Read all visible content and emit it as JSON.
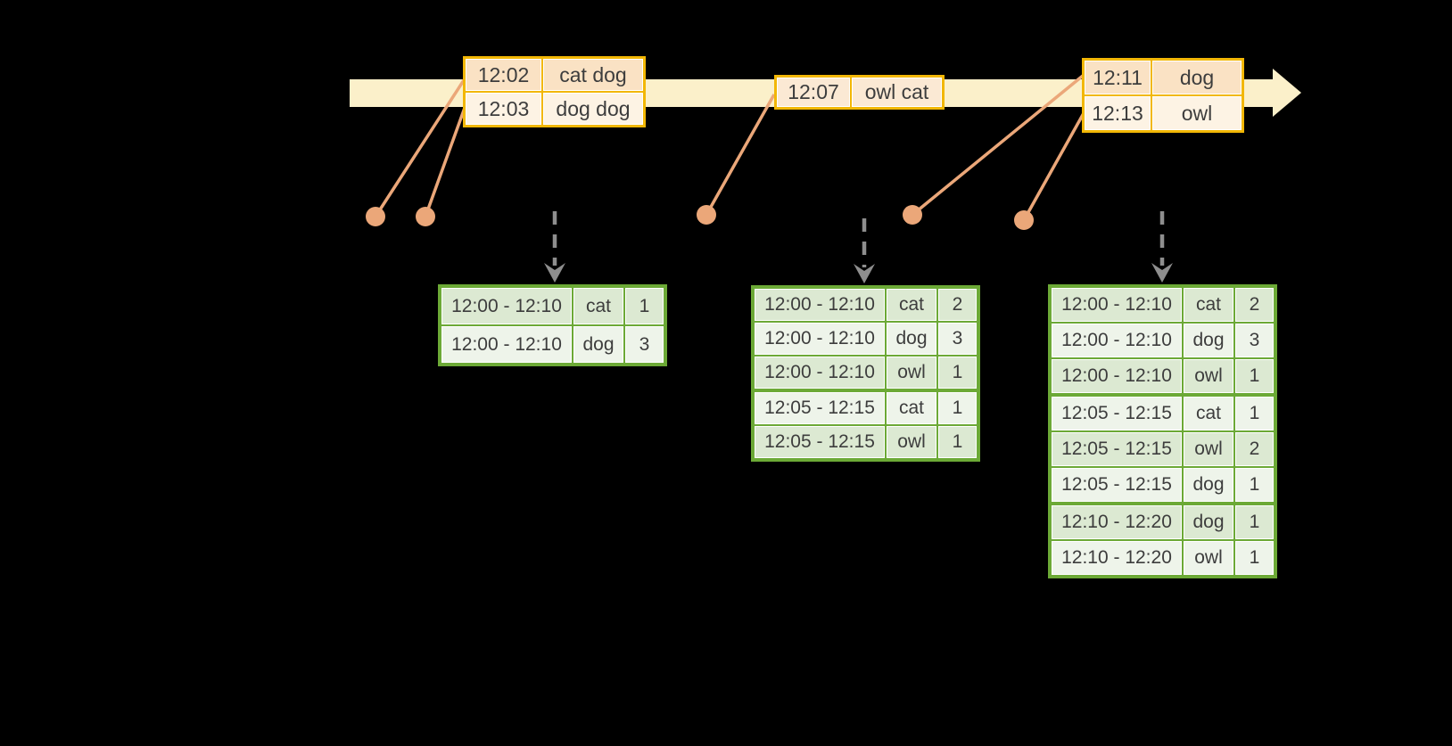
{
  "colors": {
    "background": "#000000",
    "timeline_bar": "#FBF0CA",
    "event_border": "#F2B705",
    "event_row_dark": "#FAE2C4",
    "event_row_light": "#FDF3E4",
    "event_row_mid": "#FBE9D4",
    "connector": "#EBA779",
    "trigger_arrow": "#8E8E8E",
    "result_border": "#6CA936",
    "result_row_dark": "#DCE9D2",
    "result_row_light": "#EEF4EA",
    "text": "#3D3D3D",
    "cell_gap": "#FFFFFF"
  },
  "event_tables": [
    {
      "rows": [
        {
          "time": "12:02",
          "words": "cat dog"
        },
        {
          "time": "12:03",
          "words": "dog dog"
        }
      ]
    },
    {
      "rows": [
        {
          "time": "12:07",
          "words": "owl cat"
        }
      ]
    },
    {
      "rows": [
        {
          "time": "12:11",
          "words": "dog"
        },
        {
          "time": "12:13",
          "words": "owl"
        }
      ]
    }
  ],
  "result_tables": [
    {
      "rows": [
        {
          "window": "12:00 - 12:10",
          "word": "cat",
          "count": "1"
        },
        {
          "window": "12:00 - 12:10",
          "word": "dog",
          "count": "3"
        }
      ]
    },
    {
      "rows": [
        {
          "window": "12:00 - 12:10",
          "word": "cat",
          "count": "2"
        },
        {
          "window": "12:00 - 12:10",
          "word": "dog",
          "count": "3"
        },
        {
          "window": "12:00 - 12:10",
          "word": "owl",
          "count": "1"
        },
        {
          "window": "12:05 - 12:15",
          "word": "cat",
          "count": "1"
        },
        {
          "window": "12:05 - 12:15",
          "word": "owl",
          "count": "1"
        }
      ]
    },
    {
      "rows": [
        {
          "window": "12:00 - 12:10",
          "word": "cat",
          "count": "2"
        },
        {
          "window": "12:00 - 12:10",
          "word": "dog",
          "count": "3"
        },
        {
          "window": "12:00 - 12:10",
          "word": "owl",
          "count": "1"
        },
        {
          "window": "12:05 - 12:15",
          "word": "cat",
          "count": "1"
        },
        {
          "window": "12:05 - 12:15",
          "word": "owl",
          "count": "2"
        },
        {
          "window": "12:05 - 12:15",
          "word": "dog",
          "count": "1"
        },
        {
          "window": "12:10 - 12:20",
          "word": "dog",
          "count": "1"
        },
        {
          "window": "12:10 - 12:20",
          "word": "owl",
          "count": "1"
        }
      ]
    }
  ]
}
